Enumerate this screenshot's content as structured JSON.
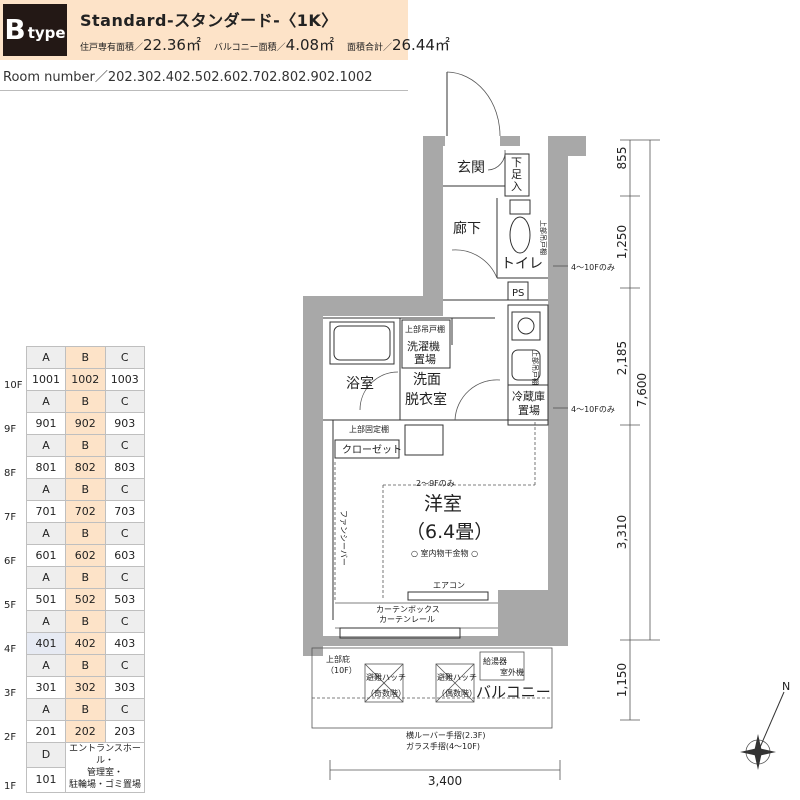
{
  "header": {
    "type_letter": "B",
    "type_word": "type",
    "title": "Standard-スタンダード-〈1K〉",
    "exclusive_label": "住戸専有面積／",
    "exclusive_value": "22.36㎡",
    "balcony_label": "バルコニー面積／",
    "balcony_value": "4.08㎡",
    "total_label": "面積合計／",
    "total_value": "26.44㎡"
  },
  "room_number": "Room number／202.302.402.502.602.702.802.902.1002",
  "rooms": {
    "genkan": "玄関",
    "getabako_1": "下",
    "getabako_2": "足",
    "getabako_3": "入",
    "rouka": "廊下",
    "toilet": "トイレ",
    "toilet_shelf": "上部吊戸棚",
    "ps": "PS",
    "kitchen_shelf": "上部吊戸棚",
    "upper_shelf": "上部吊戸棚",
    "washer_1": "洗濯機",
    "washer_2": "置場",
    "bath": "浴室",
    "washroom_1": "洗面",
    "washroom_2": "脱衣室",
    "fridge_1": "冷蔵庫",
    "fridge_2": "置場",
    "fixed_shelf": "上部固定棚",
    "closet": "クローゼット",
    "shelf_note": "2～9Fのみ",
    "western_1": "洋室",
    "western_2": "（6.4畳）",
    "drying": "○ 室内物干金物 ○",
    "fan_sheet": "ファンシーバー",
    "aircon": "エアコン",
    "curtain_box": "カーテンボックス",
    "curtain_rail": "カーテンレール",
    "upper_eave_1": "上部庇",
    "upper_eave_2": "（10F）",
    "hatch_a": "避難ハッチ",
    "hatch_a_note": "（奇数階）",
    "hatch_b": "避難ハッチ",
    "hatch_b_note": "（偶数階）",
    "ac_unit_1": "給湯器",
    "ac_unit_2": "室外機",
    "balcony": "バルコニー",
    "handrail_1": "横ルーバー手摺(2.3F)",
    "handrail_2": "ガラス手摺(4～10F)",
    "floor_note_1": "4～10Fのみ",
    "floor_note_2": "4～10Fのみ"
  },
  "dimensions": {
    "d1": "855",
    "d2": "1,250",
    "d3": "2,185",
    "d4": "7,600",
    "d5": "3,310",
    "d6": "1,150",
    "width": "3,400"
  },
  "compass": "N",
  "unit_table": {
    "floors": [
      {
        "floor": "10F",
        "cols": [
          "A",
          "B",
          "C"
        ],
        "values": [
          "1001",
          "1002",
          "1003"
        ]
      },
      {
        "floor": "9F",
        "cols": [
          "A",
          "B",
          "C"
        ],
        "values": [
          "901",
          "902",
          "903"
        ]
      },
      {
        "floor": "8F",
        "cols": [
          "A",
          "B",
          "C"
        ],
        "values": [
          "801",
          "802",
          "803"
        ]
      },
      {
        "floor": "7F",
        "cols": [
          "A",
          "B",
          "C"
        ],
        "values": [
          "701",
          "702",
          "703"
        ]
      },
      {
        "floor": "6F",
        "cols": [
          "A",
          "B",
          "C"
        ],
        "values": [
          "601",
          "602",
          "603"
        ]
      },
      {
        "floor": "5F",
        "cols": [
          "A",
          "B",
          "C"
        ],
        "values": [
          "501",
          "502",
          "503"
        ]
      },
      {
        "floor": "4F",
        "cols": [
          "A",
          "B",
          "C"
        ],
        "values": [
          "401",
          "402",
          "403"
        ]
      },
      {
        "floor": "3F",
        "cols": [
          "A",
          "B",
          "C"
        ],
        "values": [
          "301",
          "302",
          "303"
        ]
      },
      {
        "floor": "2F",
        "cols": [
          "A",
          "B",
          "C"
        ],
        "values": [
          "201",
          "202",
          "203"
        ]
      }
    ],
    "first_floor": {
      "floor": "1F",
      "col": "D",
      "value": "101",
      "note_1": "エントランスホール・",
      "note_2": "管理室・",
      "note_3": "駐輪場・ゴミ置場"
    }
  },
  "colors": {
    "header_bg": "#fde3c8",
    "type_box": "#231815",
    "wall": "#a8a8a8",
    "selected_col": "#fde3c8"
  }
}
